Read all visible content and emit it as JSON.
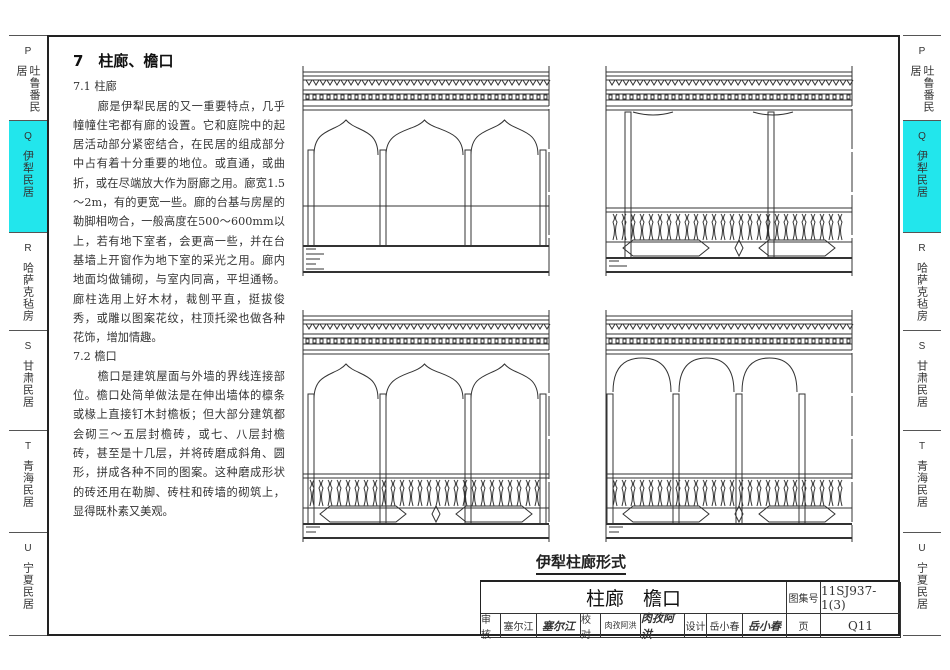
{
  "side_tabs": [
    {
      "letter": "P",
      "label": "吐鲁番民居"
    },
    {
      "letter": "Q",
      "label": "伊犁民居",
      "active": true
    },
    {
      "letter": "R",
      "label": "哈萨克毡房"
    },
    {
      "letter": "S",
      "label": "甘肃民居"
    },
    {
      "letter": "T",
      "label": "青海民居"
    },
    {
      "letter": "U",
      "label": "宁夏民居"
    }
  ],
  "content": {
    "heading": "7　柱廊、檐口",
    "s1_title": "7.1 柱廊",
    "s1_body": "廊是伊犁民居的又一重要特点，几乎幢幢住宅都有廊的设置。它和庭院中的起居活动部分紧密结合，在民居的组成部分中占有着十分重要的地位。或直通，或曲折，或在尽端放大作为厨廊之用。廊宽1.5～2m，有的更宽一些。廊的台基与房屋的勒脚相吻合，一般高度在500～600mm以上，若有地下室者，会更高一些，并在台基墙上开窗作为地下室的采光之用。廊内地面均做铺砌，与室内同高，平坦通畅。廊柱选用上好木材，裁刨平直，挺拔俊秀，或雕以图案花纹，柱顶托梁也做各种花饰，增加情趣。",
    "s2_title": "7.2 檐口",
    "s2_body": "檐口是建筑屋面与外墙的界线连接部位。檐口处简单做法是在伸出墙体的檩条或椽上直接钉木封檐板；但大部分建筑都会砌三～五层封檐砖，或七、八层封檐砖，甚至是十几层，并将砖磨成斜角、圆形，拼成各种不同的图案。这种磨成形状的砖还用在勒脚、砖柱和砖墙的砌筑上，显得既朴素又美观。"
  },
  "figure_caption": "伊犁柱廊形式",
  "title_block": {
    "title": "柱廊　檐口",
    "atlas_label": "图集号",
    "atlas_no": "11SJ937-1(3)",
    "page_label": "页",
    "page_no": "Q11",
    "review_label": "审核",
    "reviewer": "塞尔江",
    "reviewer_sig": "塞尔江",
    "check_label": "校对",
    "checker": "肉孜阿洪",
    "checker_sig": "肉孜阿洪",
    "design_label": "设计",
    "designer": "岳小春",
    "designer_sig": "岳小春"
  }
}
